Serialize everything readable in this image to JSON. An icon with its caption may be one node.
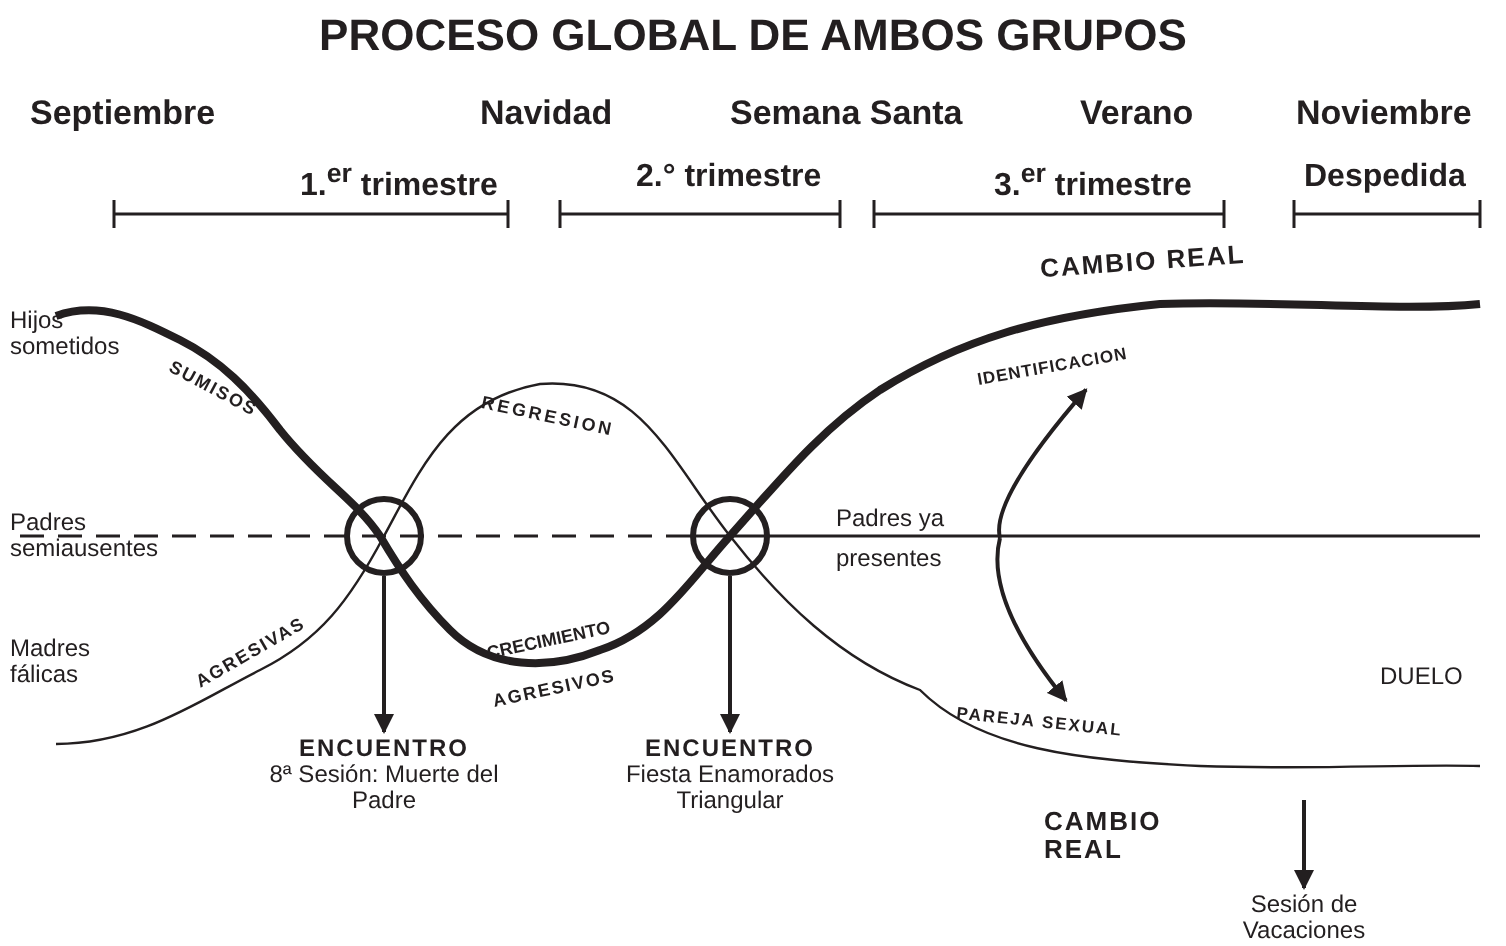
{
  "diagram": {
    "title": "PROCESO GLOBAL DE AMBOS GRUPOS",
    "nodes": [
      {
        "text": [],
        "shape": "circle"
      },
      {
        "text": [],
        "shape": "circle"
      },
      {
        "text": [
          "ENCUENTRO",
          "8ª Sesión: Muerte del Padre"
        ]
      },
      {
        "text": [
          "ENCUENTRO",
          "Fiesta Enamorados Triangular"
        ]
      },
      {
        "text": [
          "Padres ya presentes"
        ]
      },
      {
        "text": [
          "IDENTIFICACION"
        ]
      },
      {
        "text": [
          "PAREJA SEXUAL"
        ]
      },
      {
        "text": [
          "Sesión de Vacaciones"
        ]
      }
    ],
    "edges": [
      {
        "from": 0,
        "to": 2,
        "arrow": "to"
      },
      {
        "from": 1,
        "to": 3,
        "arrow": "to"
      },
      {
        "from": 4,
        "to": 5,
        "arrow": "to"
      },
      {
        "from": 4,
        "to": 6,
        "arrow": "to"
      },
      {
        "from": null,
        "to": 7,
        "arrow": "to"
      }
    ],
    "labels": [
      "Septiembre",
      "Navidad",
      "Semana Santa",
      "Verano",
      "Noviembre",
      "1.$^{er}$ trimestre",
      "2.° trimestre",
      "3.$^{er}$ trimestre",
      "Despedida",
      "CAMBIO REAL",
      "Hijos sometidos",
      "SUMISOS",
      "REGRESION",
      "Padres semiausentes",
      "Madres fálicas",
      "AGRESIVAS",
      "CRECIMIENTO",
      "AGRESIVOS",
      "DUELO",
      "CAMBIO REAL"
    ]
  }
}
